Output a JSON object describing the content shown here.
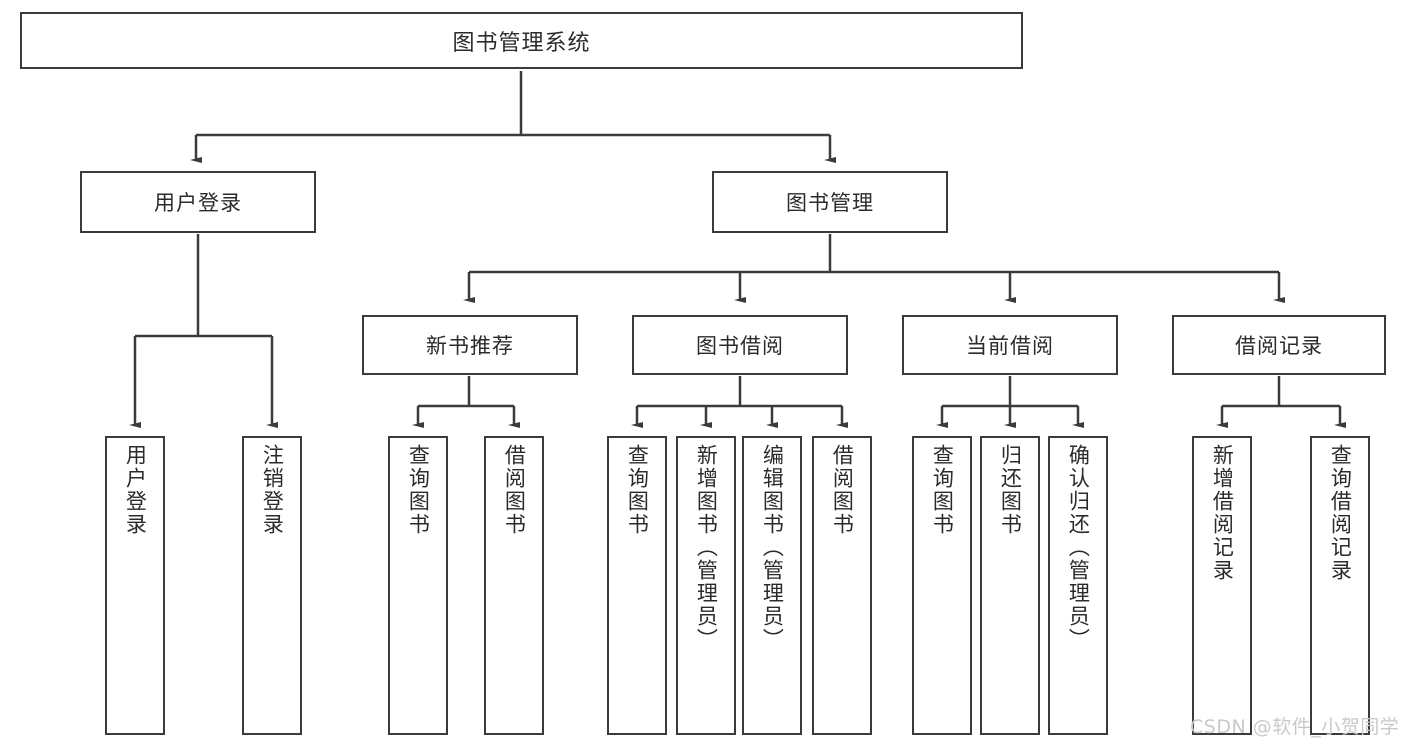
{
  "diagram": {
    "title_node": {
      "label": "图书管理系统"
    },
    "level2": [
      {
        "id": "user-login",
        "label": "用户登录"
      },
      {
        "id": "book-management",
        "label": "图书管理"
      }
    ],
    "level3": [
      {
        "id": "new-book-recommend",
        "label": "新书推荐"
      },
      {
        "id": "book-borrow",
        "label": "图书借阅"
      },
      {
        "id": "current-borrow",
        "label": "当前借阅"
      },
      {
        "id": "borrow-record",
        "label": "借阅记录"
      }
    ],
    "leaves": {
      "user_login": [
        {
          "id": "leaf-user-login",
          "label": "用户登录"
        },
        {
          "id": "leaf-logout",
          "label": "注销登录"
        }
      ],
      "new_book_recommend": [
        {
          "id": "leaf-query-book-1",
          "label": "查询图书"
        },
        {
          "id": "leaf-borrow-book-1",
          "label": "借阅图书"
        }
      ],
      "book_borrow": [
        {
          "id": "leaf-query-book-2",
          "label": "查询图书"
        },
        {
          "id": "leaf-add-book",
          "label": "新增图书（管理员）"
        },
        {
          "id": "leaf-edit-book",
          "label": "编辑图书（管理员）"
        },
        {
          "id": "leaf-borrow-book-2",
          "label": "借阅图书"
        }
      ],
      "current_borrow": [
        {
          "id": "leaf-query-book-3",
          "label": "查询图书"
        },
        {
          "id": "leaf-return-book",
          "label": "归还图书"
        },
        {
          "id": "leaf-confirm-return",
          "label": "确认归还（管理员）"
        }
      ],
      "borrow_record": [
        {
          "id": "leaf-add-record",
          "label": "新增借阅记录"
        },
        {
          "id": "leaf-query-record",
          "label": "查询借阅记录"
        }
      ]
    }
  },
  "watermark": {
    "text": "CSDN @软件_小贺同学"
  },
  "colors": {
    "border": "#3b3b3b",
    "text": "#2b2b2b",
    "background": "#ffffff",
    "watermark": "#c9c9c9"
  }
}
